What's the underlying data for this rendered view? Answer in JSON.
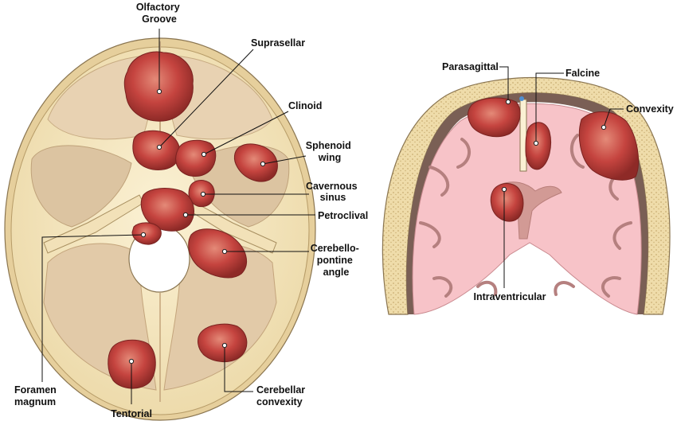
{
  "colors": {
    "bone": "#f4e6bf",
    "bone_dark": "#d9c290",
    "dura_tan": "#dcc7a8",
    "fossa": "#e9d2b3",
    "brain_pink": "#f7c3c8",
    "brain_outline": "#c98a8f",
    "sulcus": "#9c7d73",
    "tumor": "#c5443f",
    "tumor_dark": "#8e2a27",
    "tumor_light": "#e48a78"
  },
  "left_diagram": {
    "name": "skull-base-view",
    "labels": {
      "olfactory": [
        "Olfactory",
        "Groove"
      ],
      "suprasellar": [
        "Suprasellar"
      ],
      "clinoid": [
        "Clinoid"
      ],
      "sphenoid": [
        "Sphenoid",
        "wing"
      ],
      "cavernous": [
        "Cavernous",
        "sinus"
      ],
      "petroclival": [
        "Petroclival"
      ],
      "cerebello": [
        "Cerebello-",
        "pontine",
        "angle"
      ],
      "foramen": [
        "Foramen",
        "magnum"
      ],
      "tentorial": [
        "Tentorial"
      ],
      "cerebellar": [
        "Cerebellar",
        "convexity"
      ]
    }
  },
  "right_diagram": {
    "name": "coronal-brain-view",
    "labels": {
      "parasagittal": [
        "Parasagittal"
      ],
      "falcine": [
        "Falcine"
      ],
      "convexity": [
        "Convexity"
      ],
      "intraventricular": [
        "Intraventricular"
      ]
    }
  }
}
